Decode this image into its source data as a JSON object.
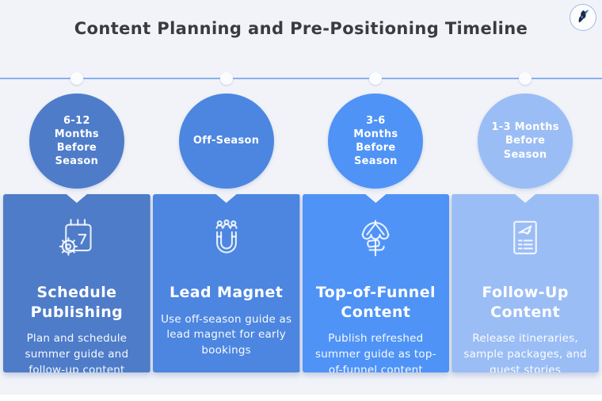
{
  "title": "Content Planning and Pre-Positioning Timeline",
  "logo": {
    "name": "hummingbird-logo"
  },
  "colors": {
    "background": "#f1f3f9",
    "timeline_line": "#8ab0ed",
    "title_text": "#3b3b3f",
    "card_text": "#ffffff"
  },
  "columns": [
    {
      "stage": "6-12\nMonths\nBefore\nSeason",
      "title": "Schedule\nPublishing",
      "description": "Plan and schedule\nsummer guide and\nfollow-up content",
      "icon": "calendar-gear-icon",
      "color": "#4e7cc9"
    },
    {
      "stage": "Off-Season",
      "title": "Lead Magnet",
      "description": "Use off-season guide as\nlead magnet for early\nbookings",
      "icon": "magnet-people-icon",
      "color": "#4c86e0"
    },
    {
      "stage": "3-6\nMonths\nBefore\nSeason",
      "title": "Top-of-Funnel\nContent",
      "description": "Publish refreshed\nsummer guide as top-\nof-funnel content",
      "icon": "beach-umbrella-icon",
      "color": "#4f93f7"
    },
    {
      "stage": "1-3 Months\nBefore\nSeason",
      "title": "Follow-Up\nContent",
      "description": "Release itineraries,\nsample packages, and\nguest stories",
      "icon": "itinerary-document-icon",
      "color": "#9bbdf5"
    }
  ]
}
